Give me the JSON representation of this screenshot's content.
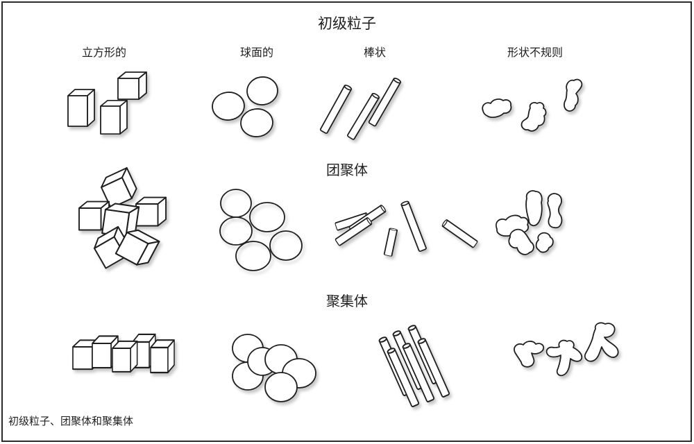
{
  "diagram": {
    "title": "初级粒子",
    "row_headings": {
      "primary": "初级粒子",
      "agglomerate": "团聚体",
      "aggregate": "聚集体"
    },
    "columns": [
      {
        "id": "cubic",
        "label": "立方形的"
      },
      {
        "id": "spherical",
        "label": "球面的"
      },
      {
        "id": "rod",
        "label": "棒状"
      },
      {
        "id": "irregular",
        "label": "形状不规则"
      }
    ],
    "caption": "初级粒子、团聚体和聚集体",
    "colors": {
      "ink": "#1f1f1f",
      "background": "#ffffff",
      "shape_fill": "#ffffff"
    }
  }
}
